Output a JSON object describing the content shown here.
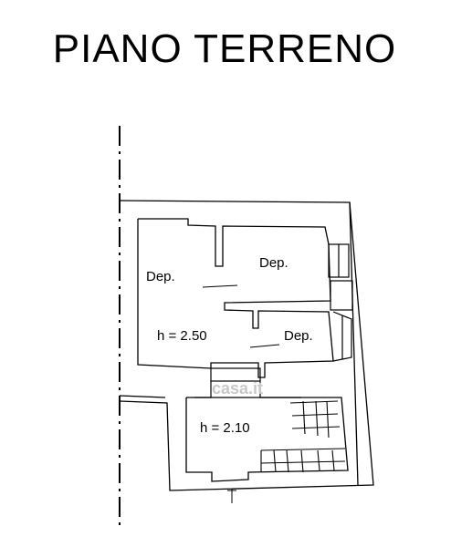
{
  "title": "PIANO TERRENO",
  "rooms": [
    {
      "id": "dep-left",
      "label": "Dep."
    },
    {
      "id": "dep-top-right",
      "label": "Dep."
    },
    {
      "id": "dep-middle",
      "label": "Dep."
    }
  ],
  "heights": [
    {
      "id": "upper",
      "label": "h = 2.50"
    },
    {
      "id": "lower",
      "label": "h = 2.10"
    }
  ],
  "watermark": "casa.it",
  "colors": {
    "line": "#000000",
    "background": "#ffffff",
    "watermark": "#c8c8c8"
  }
}
